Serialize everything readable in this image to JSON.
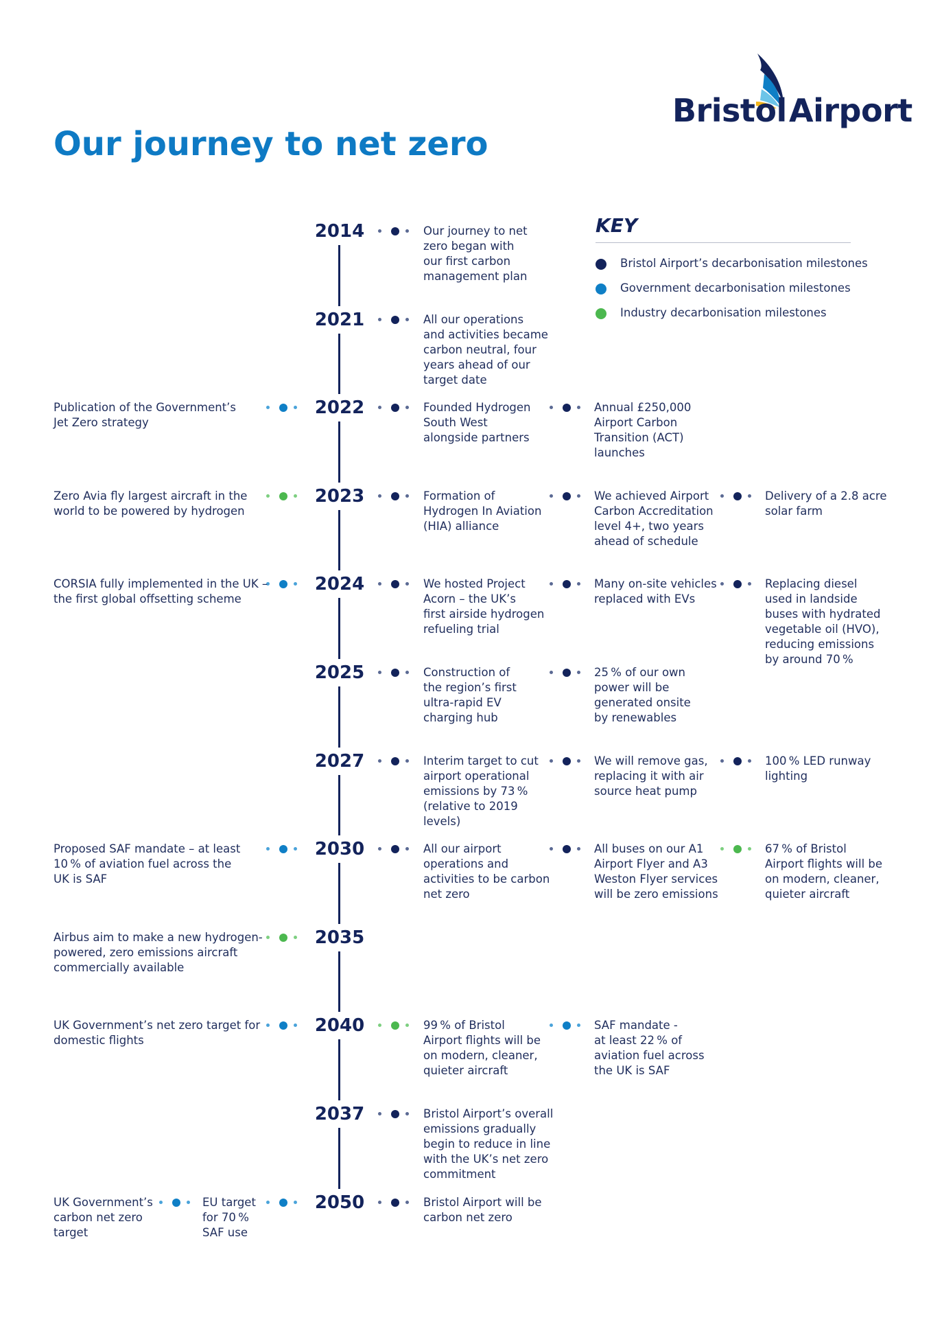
{
  "brand": {
    "word1": "Bristol",
    "word2": "Airport"
  },
  "title": "Our journey to net zero",
  "key": {
    "title": "KEY",
    "items": [
      {
        "label": "Bristol Airport’s decarbonisation milestones",
        "color": "#13235b"
      },
      {
        "label": "Government decarbonisation milestones",
        "color": "#0f7fc6"
      },
      {
        "label": "Industry decarbonisation milestones",
        "color": "#4cb84f"
      }
    ]
  },
  "colors": {
    "navy": "#13235b",
    "blue": "#0f7fc6",
    "green": "#4cb84f",
    "title_blue": "#0e7ac4"
  },
  "timeline": [
    {
      "year": "2014",
      "right": [
        {
          "type": "bristol",
          "text": "Our journey to net\nzero began with\nour first carbon\nmanagement plan"
        }
      ]
    },
    {
      "year": "2021",
      "right": [
        {
          "type": "bristol",
          "text": "All our operations\nand activities became\ncarbon neutral, four\nyears ahead of our\ntarget date"
        }
      ]
    },
    {
      "year": "2022",
      "left": [
        {
          "type": "government",
          "text": "Publication of the Government’s\nJet Zero strategy"
        }
      ],
      "right": [
        {
          "type": "bristol",
          "text": "Founded Hydrogen\nSouth West\nalongside partners"
        },
        {
          "type": "bristol",
          "text": "Annual £250,000\nAirport Carbon\nTransition (ACT)\nlaunches"
        }
      ]
    },
    {
      "year": "2023",
      "left": [
        {
          "type": "industry",
          "text": "Zero Avia fly largest aircraft in the\nworld to be powered by hydrogen"
        }
      ],
      "right": [
        {
          "type": "bristol",
          "text": "Formation of\nHydrogen In Aviation\n(HIA) alliance"
        },
        {
          "type": "bristol",
          "text": "We achieved Airport\nCarbon Accreditation\nlevel 4+, two years\nahead of schedule"
        },
        {
          "type": "bristol",
          "text": "Delivery of a 2.8 acre\nsolar farm"
        }
      ]
    },
    {
      "year": "2024",
      "left": [
        {
          "type": "government",
          "text": "CORSIA fully implemented in the UK –\nthe first global offsetting scheme"
        }
      ],
      "right": [
        {
          "type": "bristol",
          "text": "We hosted Project\nAcorn – the UK’s\nfirst airside hydrogen\nrefueling trial"
        },
        {
          "type": "bristol",
          "text": "Many on-site vehicles\nreplaced with EVs"
        },
        {
          "type": "bristol",
          "text": "Replacing diesel\nused in landside\nbuses with hydrated\nvegetable oil (HVO),\nreducing emissions\nby around 70 %"
        }
      ]
    },
    {
      "year": "2025",
      "right": [
        {
          "type": "bristol",
          "text": "Construction of\nthe region’s first\nultra-rapid EV\ncharging hub"
        },
        {
          "type": "bristol",
          "text": "25 % of our own\npower will be\ngenerated onsite\nby renewables"
        }
      ]
    },
    {
      "year": "2027",
      "right": [
        {
          "type": "bristol",
          "text": "Interim target to cut\nairport operational\nemissions by 73 %\n(relative to 2019\nlevels)"
        },
        {
          "type": "bristol",
          "text": "We will remove gas,\nreplacing it with air\nsource heat pump"
        },
        {
          "type": "bristol",
          "text": "100 % LED runway\nlighting"
        }
      ]
    },
    {
      "year": "2030",
      "left": [
        {
          "type": "government",
          "text": "Proposed SAF mandate – at least\n10 % of aviation fuel across the\n UK is SAF"
        }
      ],
      "right": [
        {
          "type": "bristol",
          "text": "All our airport\noperations and\nactivities to be carbon\nnet zero"
        },
        {
          "type": "bristol",
          "text": "All buses on our A1\nAirport Flyer and A3\nWeston Flyer services\nwill be zero emissions"
        },
        {
          "type": "industry",
          "text": "67 % of Bristol\nAirport  flights will be\non modern, cleaner,\nquieter aircraft"
        }
      ]
    },
    {
      "year": "2035",
      "left": [
        {
          "type": "industry",
          "text": "Airbus aim to make a new hydrogen-\npowered, zero emissions aircraft\ncommercially available"
        }
      ]
    },
    {
      "year": "2040",
      "left": [
        {
          "type": "government",
          "text": "UK Government’s net zero target for\ndomestic flights"
        }
      ],
      "right": [
        {
          "type": "industry",
          "text": "99 % of Bristol\nAirport  flights will be\non modern, cleaner,\nquieter aircraft"
        },
        {
          "type": "government",
          "text": "SAF mandate -\nat least 22 % of\naviation fuel across\nthe UK is SAF"
        }
      ]
    },
    {
      "year": "2037",
      "right": [
        {
          "type": "bristol",
          "text": "Bristol Airport’s overall\nemissions gradually\nbegin to reduce in line\nwith the UK’s net zero\ncommitment"
        }
      ]
    },
    {
      "year": "2050",
      "left": [
        {
          "type": "government",
          "text": "UK Government’s\ncarbon net zero\ntarget"
        },
        {
          "type": "government",
          "text": "EU target\nfor 70 %\nSAF use"
        }
      ],
      "right": [
        {
          "type": "bristol",
          "text": "Bristol Airport will be\ncarbon net zero"
        }
      ]
    }
  ]
}
